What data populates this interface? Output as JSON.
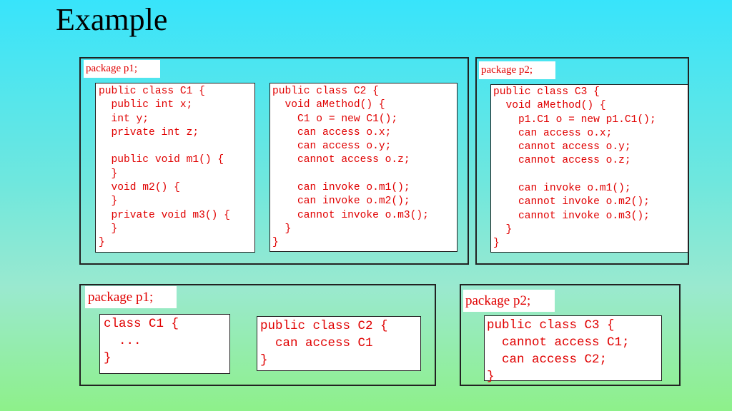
{
  "title": "Example",
  "top": {
    "p1_label": "package p1;",
    "p2_label": "package p2;",
    "c1_code": "public class C1 {\n  public int x;\n  int y;\n  private int z;\n\n  public void m1() {\n  }\n  void m2() {\n  }\n  private void m3() {\n  }\n}",
    "c2_code": "public class C2 {\n  void aMethod() {\n    C1 o = new C1();\n    can access o.x;\n    can access o.y;\n    cannot access o.z;\n\n    can invoke o.m1();\n    can invoke o.m2();\n    cannot invoke o.m3();\n  }\n}",
    "c3_code": "public class C3 {\n  void aMethod() {\n    p1.C1 o = new p1.C1();\n    can access o.x;\n    cannot access o.y;\n    cannot access o.z;\n\n    can invoke o.m1();\n    cannot invoke o.m2();\n    cannot invoke o.m3();\n  }\n}"
  },
  "bottom": {
    "p1_label": "package p1;",
    "p2_label": "package p2;",
    "c1_code": "class C1 {\n  ...\n}",
    "c2_code": "public class C2 {\n  can access C1\n}",
    "c3_code": "public class C3 {\n  cannot access C1;\n  can access C2;\n}"
  }
}
